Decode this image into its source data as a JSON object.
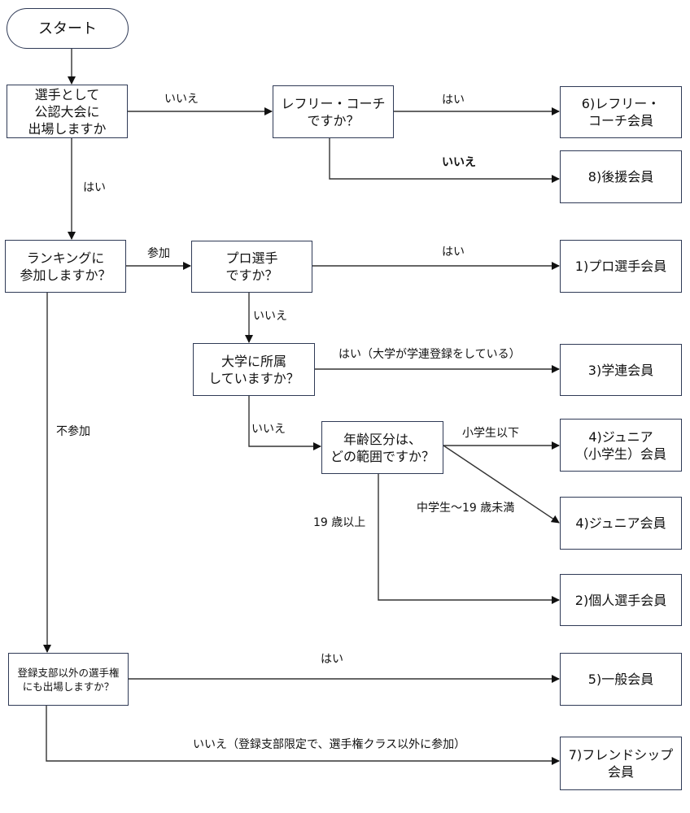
{
  "flowchart": {
    "start": "スタート",
    "decisions": {
      "compete": "選手として\n公認大会に\n出場しますか",
      "referee": "レフリー・コーチ\nですか？",
      "ranking": "ランキングに\n参加しますか？",
      "pro": "プロ選手\nですか？",
      "university": "大学に所属\nしていますか？",
      "age": "年齢区分は、\nどの範囲ですか？",
      "other_branch": "登録支部以外の選手権\nにも出場しますか？"
    },
    "results": {
      "referee_coach": "6)レフリー・\nコーチ会員",
      "supporter": "8)後援会員",
      "pro": "1)プロ選手会員",
      "gakuren": "3)学連会員",
      "junior_elementary": "4)ジュニア\n（小学生）会員",
      "junior": "4)ジュニア会員",
      "individual": "2)個人選手会員",
      "general": "5)一般会員",
      "friendship": "7)フレンドシップ\n会員"
    },
    "edge_labels": {
      "compete_no": "いいえ",
      "compete_yes": "はい",
      "referee_yes": "はい",
      "referee_no": "いいえ",
      "ranking_join": "参加",
      "ranking_not_join": "不参加",
      "pro_yes": "はい",
      "pro_no": "いいえ",
      "university_yes": "はい（大学が学連登録をしている）",
      "university_no": "いいえ",
      "age_elementary": "小学生以下",
      "age_junior": "中学生～19 歳未満",
      "age_adult": "19 歳以上",
      "other_branch_yes": "はい",
      "other_branch_no": "いいえ（登録支部限定で、選手権クラス以外に参加）"
    }
  }
}
